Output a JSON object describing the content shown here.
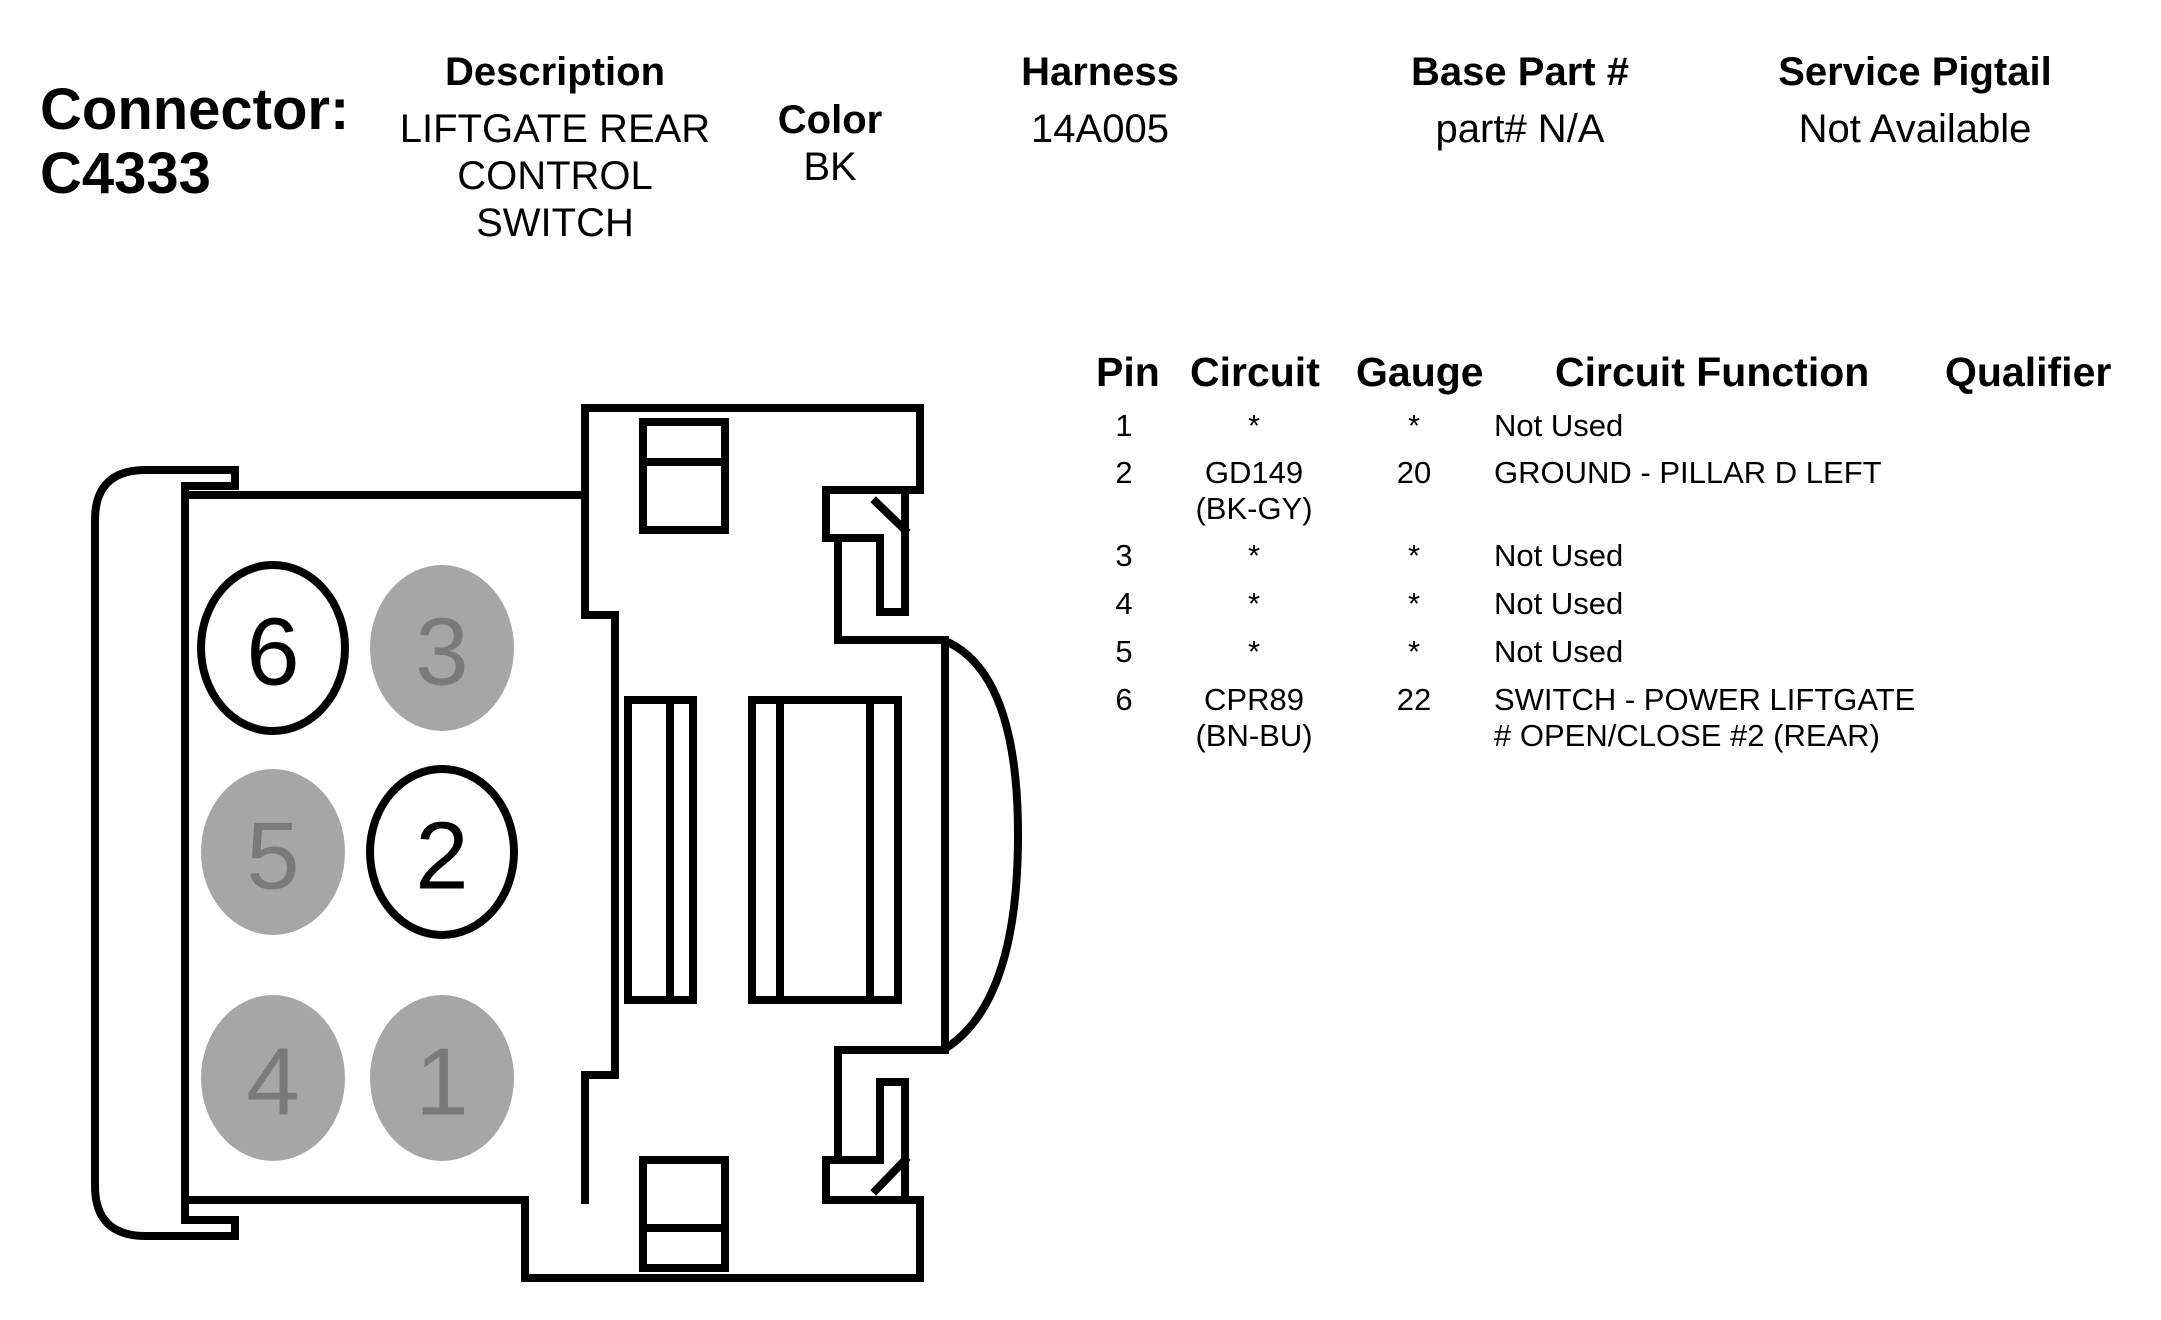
{
  "connector": {
    "label": "Connector:",
    "id": "C4333"
  },
  "header": {
    "description": {
      "title": "Description",
      "lines": [
        "LIFTGATE REAR",
        "CONTROL",
        "SWITCH"
      ]
    },
    "color": {
      "title": "Color",
      "value": "BK"
    },
    "harness": {
      "title": "Harness",
      "value": "14A005"
    },
    "base_part": {
      "title": "Base Part #",
      "value": "part# N/A"
    },
    "service_pigtail": {
      "title": "Service Pigtail",
      "value": "Not Available"
    }
  },
  "table": {
    "columns": {
      "pin": "Pin",
      "circuit": "Circuit",
      "gauge": "Gauge",
      "function": "Circuit Function",
      "qualifier": "Qualifier"
    },
    "rows": [
      {
        "pin": "1",
        "circuit": [
          "*"
        ],
        "gauge": "*",
        "function": [
          "Not Used"
        ],
        "qualifier": ""
      },
      {
        "pin": "2",
        "circuit": [
          "GD149",
          "(BK-GY)"
        ],
        "gauge": "20",
        "function": [
          "GROUND - PILLAR D LEFT"
        ],
        "qualifier": ""
      },
      {
        "pin": "3",
        "circuit": [
          "*"
        ],
        "gauge": "*",
        "function": [
          "Not Used"
        ],
        "qualifier": ""
      },
      {
        "pin": "4",
        "circuit": [
          "*"
        ],
        "gauge": "*",
        "function": [
          "Not Used"
        ],
        "qualifier": ""
      },
      {
        "pin": "5",
        "circuit": [
          "*"
        ],
        "gauge": "*",
        "function": [
          "Not Used"
        ],
        "qualifier": ""
      },
      {
        "pin": "6",
        "circuit": [
          "CPR89",
          "(BN-BU)"
        ],
        "gauge": "22",
        "function": [
          "SWITCH - POWER LIFTGATE",
          "# OPEN/CLOSE #2 (REAR)"
        ],
        "qualifier": ""
      }
    ]
  },
  "diagram": {
    "pins": [
      {
        "number": "6",
        "used": true
      },
      {
        "number": "3",
        "used": false
      },
      {
        "number": "5",
        "used": false
      },
      {
        "number": "2",
        "used": true
      },
      {
        "number": "4",
        "used": false
      },
      {
        "number": "1",
        "used": false
      }
    ],
    "colors": {
      "used_fill": "#ffffff",
      "unused_fill": "#a6a6a6",
      "used_text": "#000000",
      "unused_text": "#7a7a7a",
      "outline": "#000000"
    }
  }
}
